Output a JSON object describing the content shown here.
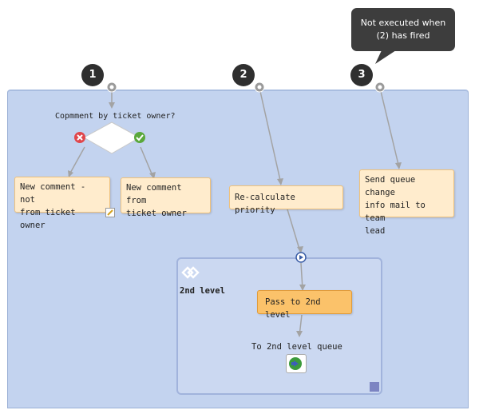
{
  "markers": [
    "1",
    "2",
    "3"
  ],
  "tooltip": {
    "line1": "Not executed when",
    "line2": "(2) has fired"
  },
  "decision": {
    "label": "Copmment by ticket owner?"
  },
  "nodes": {
    "not_owner": {
      "line1": "New comment - not",
      "line2": "from ticket owner"
    },
    "from_owner": {
      "line1": "New comment from",
      "line2": "ticket owner"
    },
    "recalc": {
      "line1": "Re-calculate priority"
    },
    "mail": {
      "line1": "Send queue change",
      "line2": "info mail to team",
      "line3": "lead"
    },
    "pass": {
      "line1": "Pass to 2nd level"
    }
  },
  "subprocess": {
    "title": "2nd level",
    "queue_label": "To 2nd level queue"
  },
  "icons": [
    "timer-icon",
    "error-icon",
    "success-icon",
    "note-icon",
    "play-icon",
    "subprocess-icon",
    "queue-arrow-icon",
    "resize-handle-icon"
  ],
  "colors": {
    "canvas": "#c3d3ef",
    "node": "#ffeccd",
    "node_active": "#fbc26a",
    "marker": "#2f2f2f"
  }
}
